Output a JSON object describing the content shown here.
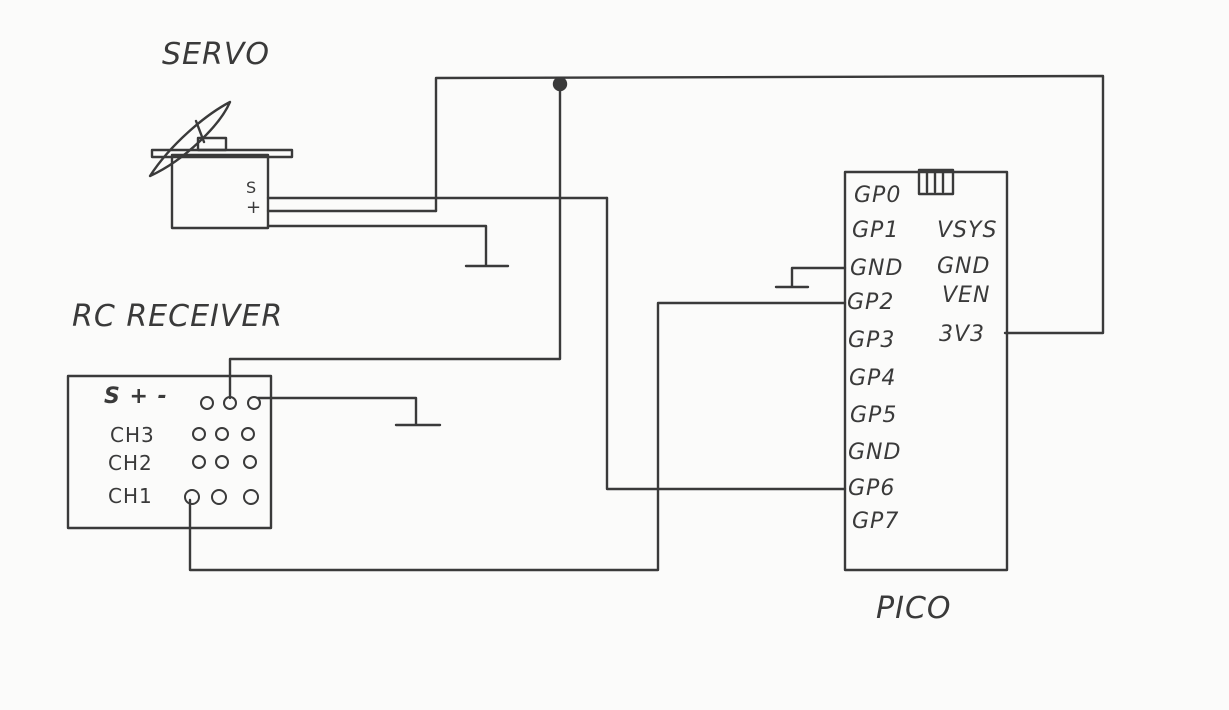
{
  "labels": {
    "servo": "SERVO",
    "servo_pins": [
      "S",
      "+"
    ],
    "receiver": "RC RECEIVER",
    "receiver_header": "S + -",
    "channels": [
      "CH3",
      "CH2",
      "CH1"
    ],
    "pico": "PICO"
  },
  "pico_pins": {
    "left": [
      "GP0",
      "GP1",
      "GND",
      "GP2",
      "GP3",
      "GP4",
      "GP5",
      "GND",
      "GP6",
      "GP7"
    ],
    "right": [
      "VSYS",
      "GND",
      "VEN",
      "3V3"
    ]
  },
  "colors": {
    "ink": "#3a3a3a",
    "paper": "#fbfbfa"
  }
}
